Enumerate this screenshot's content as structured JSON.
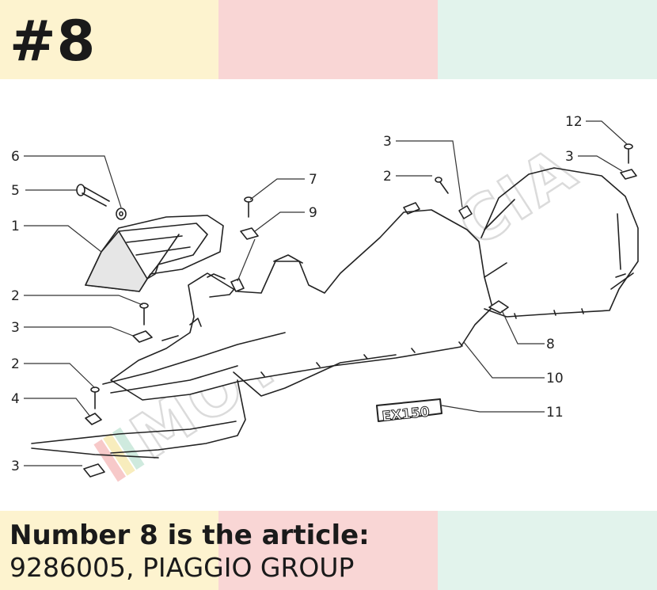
{
  "header": {
    "number_label": "#8"
  },
  "colors": {
    "band_yellow": "#fdf3cf",
    "band_pink": "#f9d6d5",
    "band_mint": "#e2f3ec",
    "line": "#222222",
    "watermark": "#d8d8d8"
  },
  "diagram": {
    "callouts": {
      "c1": "1",
      "c2a": "2",
      "c2b": "2",
      "c2c": "2",
      "c3a": "3",
      "c3b": "3",
      "c3c": "3",
      "c3d": "3",
      "c4": "4",
      "c5": "5",
      "c6": "6",
      "c7": "7",
      "c8": "8",
      "c9": "9",
      "c10": "10",
      "c11": "11",
      "c12": "12"
    },
    "badge_text": "EX150",
    "watermark_text": "MOTOMURCIA"
  },
  "footer": {
    "line1": "Number 8 is the article:",
    "line2": "9286005, PIAGGIO GROUP"
  }
}
